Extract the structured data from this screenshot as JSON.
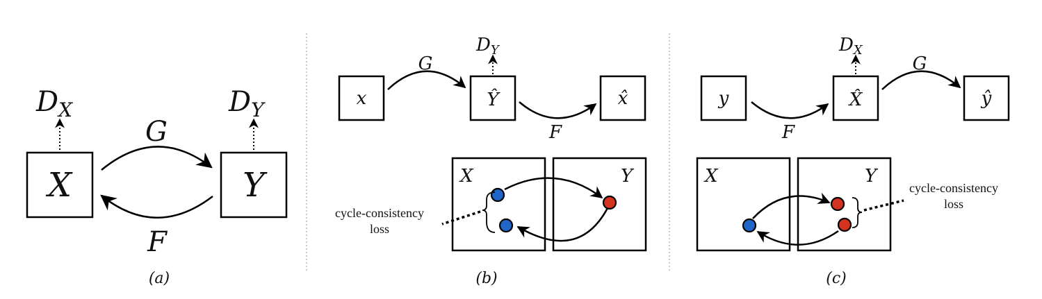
{
  "panel_a": {
    "caption": "(a)",
    "domain_x": "X",
    "domain_y": "Y",
    "disc_x": {
      "base": "D",
      "sub": "X"
    },
    "disc_y": {
      "base": "D",
      "sub": "Y"
    },
    "map_g": "G",
    "map_f": "F"
  },
  "panel_b": {
    "caption": "(b)",
    "input": "x",
    "middle": "Ŷ",
    "output": "x̂",
    "disc": {
      "base": "D",
      "sub": "Y"
    },
    "map_g": "G",
    "map_f": "F",
    "space_x": "X",
    "space_y": "Y",
    "loss_line1": "cycle-consistency",
    "loss_line2": "loss"
  },
  "panel_c": {
    "caption": "(c)",
    "input": "y",
    "middle": "X̂",
    "output": "ŷ",
    "disc": {
      "base": "D",
      "sub": "X"
    },
    "map_f": "F",
    "map_g": "G",
    "space_x": "X",
    "space_y": "Y",
    "loss_line1": "cycle-consistency",
    "loss_line2": "loss"
  },
  "colors": {
    "point_x": "#1f66c8",
    "point_y": "#d2321f",
    "stroke": "#000000",
    "divider": "#9a9a9a"
  }
}
